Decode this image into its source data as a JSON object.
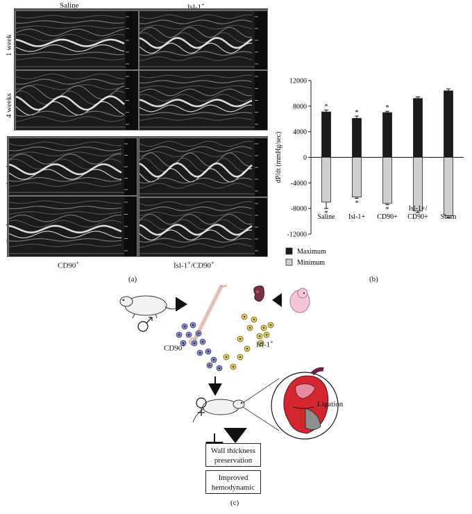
{
  "panel_a": {
    "col_labels": [
      "Saline",
      "Isl-1",
      "CD90",
      "Isl-1/CD90"
    ],
    "superscript": "+",
    "row_labels": [
      "1 week",
      "4 weeks",
      "1 week",
      "4 weeks"
    ],
    "tag": "(a)"
  },
  "panel_b": {
    "tag": "(b)"
  },
  "panel_c": {
    "tag": "(c)",
    "cd90_label": "CD90",
    "isl_label": "Isl-1",
    "sup": "+",
    "ligation_label": "Ligation",
    "male_symbol": "♂",
    "female_symbol": "♀",
    "box1": "Wall thickness preservation",
    "box2": "Improved hemodynamic"
  },
  "chart_data": {
    "type": "bar",
    "categories": [
      "Saline",
      "Isl-1+",
      "CD90+",
      "Isl-1+/ CD90+",
      "Sham"
    ],
    "ylabel": "dP/dt (mmHg/sec)",
    "ylim": [
      -12000,
      12000
    ],
    "yticks": [
      "12000",
      "8000",
      "4000",
      "0",
      "-4000",
      "-8000",
      "-12000"
    ],
    "series": [
      {
        "name": "Maximum",
        "values": [
          7100,
          6100,
          7000,
          9200,
          10400
        ],
        "errors": [
          300,
          350,
          200,
          250,
          300
        ],
        "color": "#1a1a1a"
      },
      {
        "name": "Minimum",
        "values": [
          -7000,
          -6200,
          -7200,
          -8400,
          -9100
        ],
        "errors": [
          1000,
          200,
          200,
          250,
          350
        ],
        "color": "#cfcfcf"
      }
    ],
    "significance": [
      {
        "series": "Maximum",
        "category": "Saline",
        "mark": "*"
      },
      {
        "series": "Maximum",
        "category": "Isl-1+",
        "mark": "*"
      },
      {
        "series": "Maximum",
        "category": "CD90+",
        "mark": "*"
      },
      {
        "series": "Minimum",
        "category": "Saline",
        "mark": "*"
      },
      {
        "series": "Minimum",
        "category": "Isl-1+",
        "mark": "*"
      },
      {
        "series": "Minimum",
        "category": "CD90+",
        "mark": "*"
      }
    ],
    "legend_position": "bottom-left"
  }
}
